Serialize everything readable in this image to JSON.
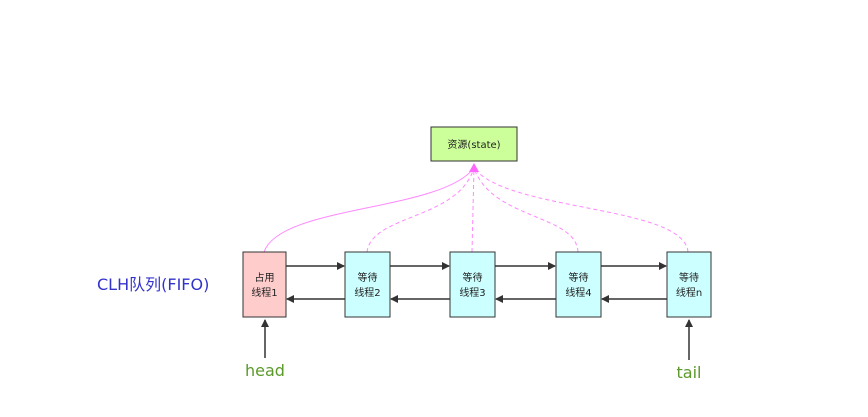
{
  "diagram": {
    "resource": {
      "label": "资源(state)",
      "fill": "#ccff99"
    },
    "queue_label": "CLH队列(FIFO)",
    "nodes": [
      {
        "line1": "占用",
        "line2": "线程1",
        "fill": "#ffcccc"
      },
      {
        "line1": "等待",
        "line2": "线程2",
        "fill": "#ccffff"
      },
      {
        "line1": "等待",
        "line2": "线程3",
        "fill": "#ccffff"
      },
      {
        "line1": "等待",
        "line2": "线程4",
        "fill": "#ccffff"
      },
      {
        "line1": "等待",
        "line2": "线程n",
        "fill": "#ccffff"
      }
    ],
    "head_label": "head",
    "tail_label": "tail",
    "colors": {
      "curve": "#ff88ff",
      "arrow": "#333333",
      "queue_label": "#3333cc",
      "pointer_label": "#5b9a2a"
    }
  }
}
